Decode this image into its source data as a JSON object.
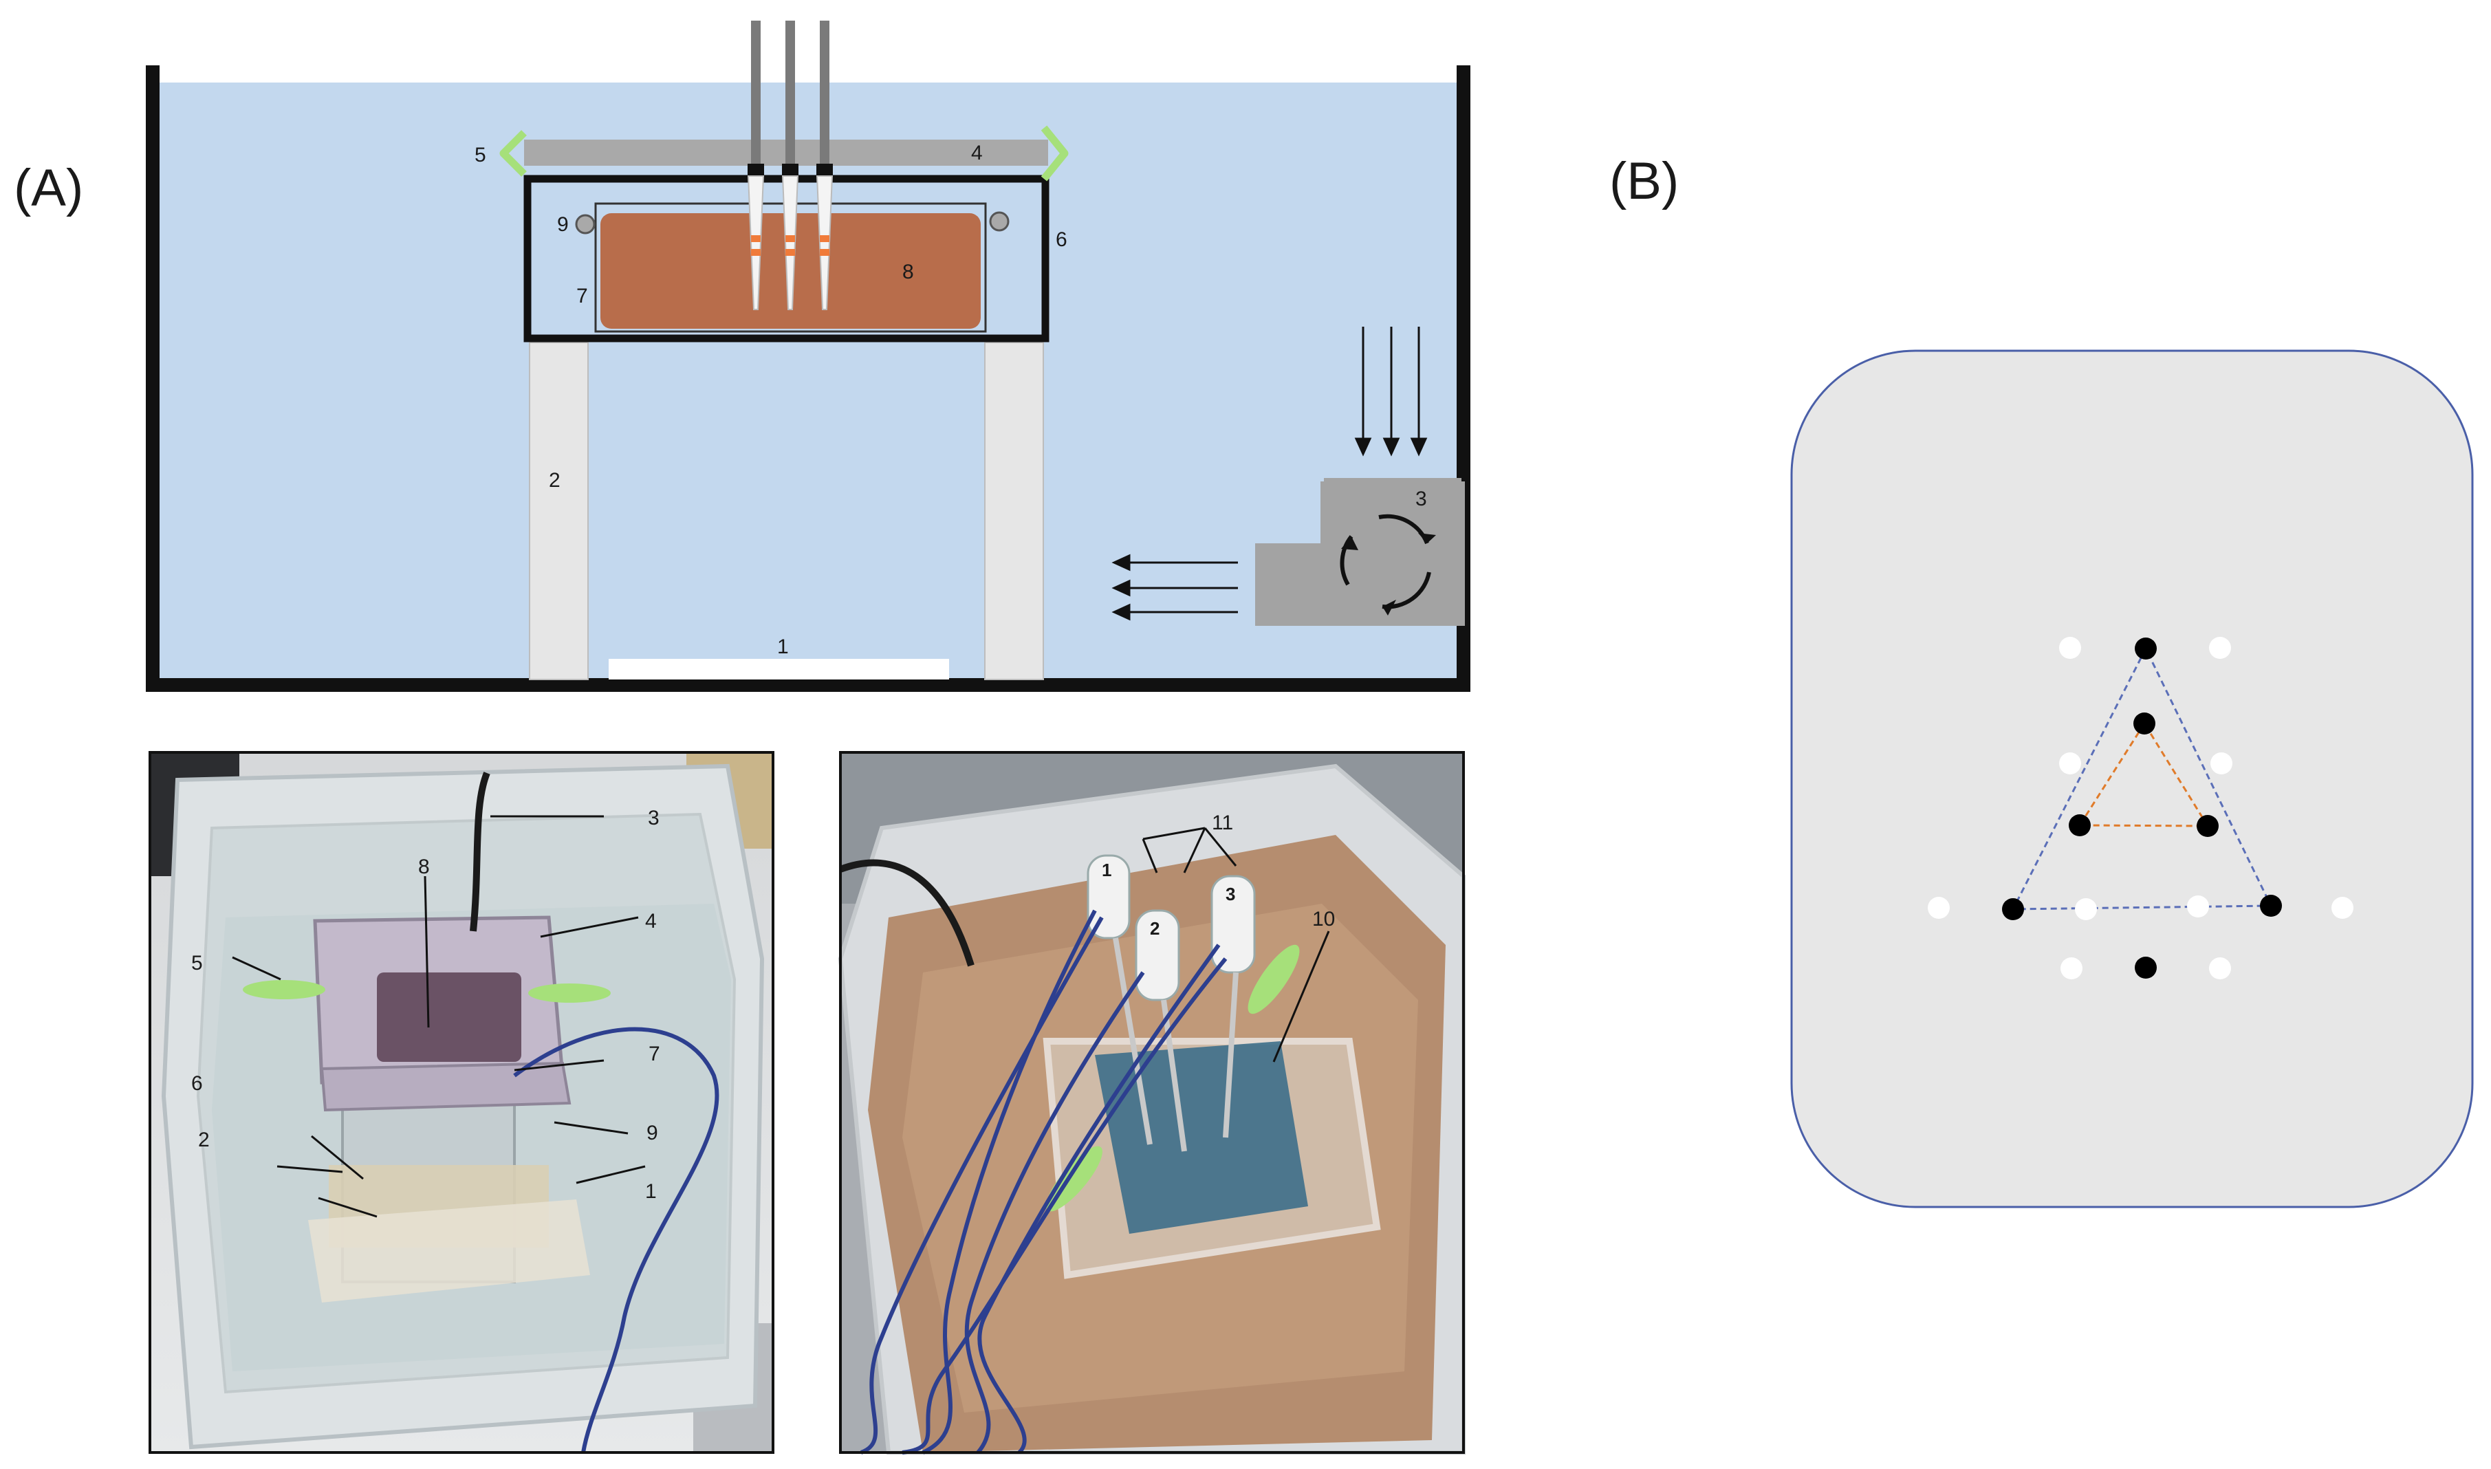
{
  "panels": {
    "a_label": "(A)",
    "b_label": "(B)"
  },
  "schematic": {
    "labels": {
      "n1": "1",
      "n2": "2",
      "n3": "3",
      "n4": "4",
      "n5": "5",
      "n6": "6",
      "n7": "7",
      "n8": "8",
      "n9": "9"
    }
  },
  "photo_left": {
    "labels": {
      "n1": "1",
      "n2": "2",
      "n3": "3",
      "n4": "4",
      "n5": "5",
      "n6": "6",
      "n7": "7",
      "n8": "8",
      "n9": "9"
    }
  },
  "photo_right": {
    "labels": {
      "n10": "10",
      "n11": "11"
    },
    "probe_numbers": [
      "1",
      "2",
      "3"
    ]
  },
  "electrode_layout": {
    "colors": {
      "black": "#000000",
      "white": "#ffffff",
      "outer_triangle": "#5b6fb8",
      "inner_triangle": "#e07b2a",
      "board": "#e7e7e7",
      "board_border": "#4a5fa8"
    }
  },
  "colors": {
    "water": "#c3d8ee",
    "tank_wall": "#111111",
    "sample": "#b86d4b",
    "clip": "#a6e07a",
    "plate": "#a9a9a9",
    "leg": "#e6e6e6",
    "pump": "#a3a3a3"
  }
}
